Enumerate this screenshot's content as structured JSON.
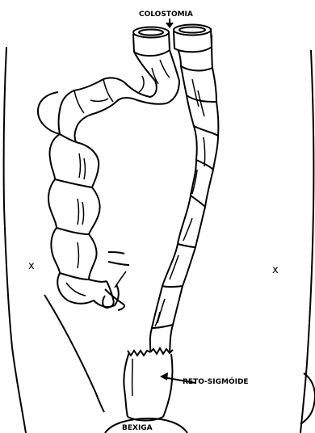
{
  "labels": {
    "colostomy": "COLOSTOMIA",
    "rectosigmoid": "RETO-SIGMÓIDE",
    "bladder": "BEXIGA"
  },
  "marks": {
    "left_mark": "x",
    "right_mark": "x"
  }
}
